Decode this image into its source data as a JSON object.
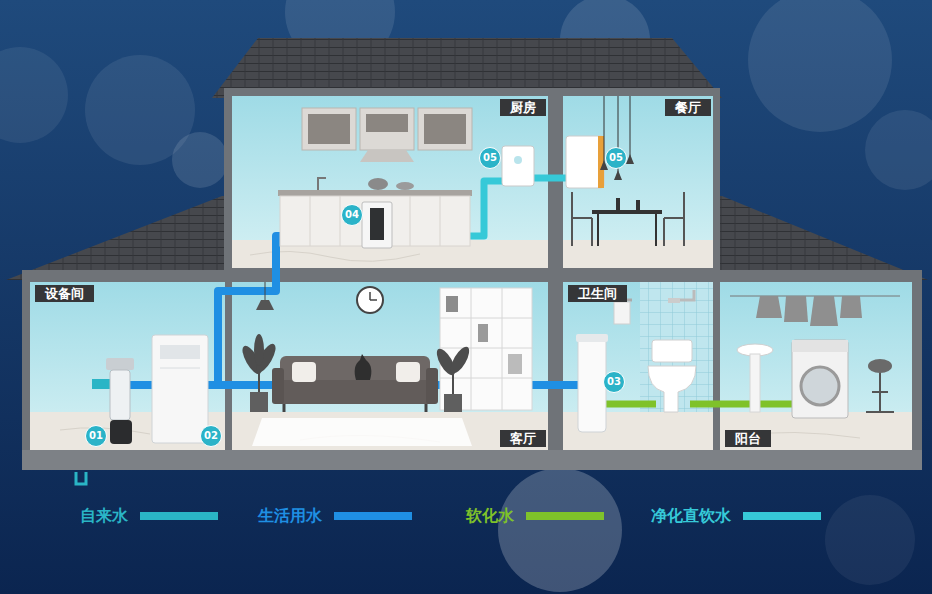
{
  "diagram": {
    "nodes": [
      {
        "text": [
          "厨房"
        ]
      },
      {
        "text": [
          "05"
        ],
        "in": 0
      },
      {
        "text": [
          "04"
        ],
        "in": 0
      },
      {
        "text": [
          "餐厅"
        ]
      },
      {
        "text": [
          "05"
        ],
        "in": 3
      },
      {
        "text": [
          "设备间"
        ]
      },
      {
        "text": [
          "01"
        ],
        "in": 5
      },
      {
        "text": [
          "02"
        ],
        "in": 5
      },
      {
        "text": [
          "客厅"
        ]
      },
      {
        "text": [
          "卫生间"
        ]
      },
      {
        "text": [
          "03"
        ],
        "in": 9
      },
      {
        "text": [
          "阳台"
        ]
      }
    ],
    "legend": [
      {
        "text": "自来水",
        "color": "#2ab5c6"
      },
      {
        "text": "生活用水",
        "color": "#1f8fe3"
      },
      {
        "text": "软化水",
        "color": "#7fc22a"
      },
      {
        "text": "净化直饮水",
        "color": "#36c9d8"
      }
    ]
  }
}
